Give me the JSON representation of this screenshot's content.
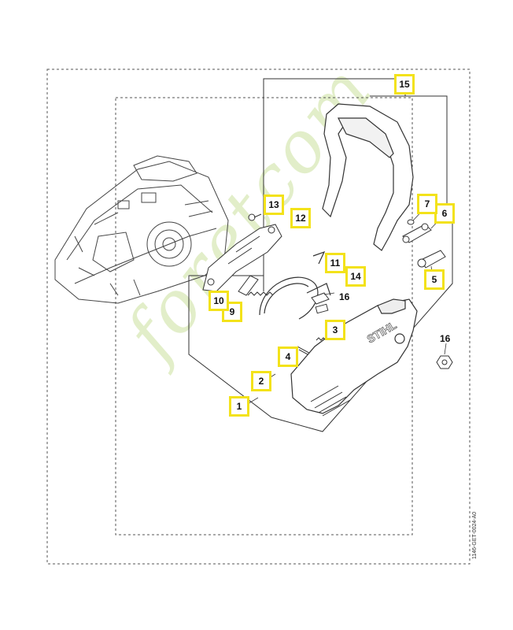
{
  "callouts": [
    {
      "id": "1",
      "label": "1"
    },
    {
      "id": "2",
      "label": "2"
    },
    {
      "id": "3",
      "label": "3"
    },
    {
      "id": "4",
      "label": "4"
    },
    {
      "id": "5",
      "label": "5"
    },
    {
      "id": "6",
      "label": "6"
    },
    {
      "id": "7",
      "label": "7"
    },
    {
      "id": "9",
      "label": "9"
    },
    {
      "id": "10",
      "label": "10"
    },
    {
      "id": "11",
      "label": "11"
    },
    {
      "id": "12",
      "label": "12"
    },
    {
      "id": "13",
      "label": "13"
    },
    {
      "id": "14",
      "label": "14"
    },
    {
      "id": "15",
      "label": "15"
    }
  ],
  "plain_labels": [
    {
      "id": "16a",
      "label": "16"
    },
    {
      "id": "16b",
      "label": "16"
    }
  ],
  "watermark": "foretcom",
  "brand_on_cover": "STIHL",
  "doc_code": "1146-GET-0024-A0",
  "colors": {
    "callout_border": "#f3e21a",
    "line": "#333333",
    "watermark": "#d9e9b8"
  }
}
